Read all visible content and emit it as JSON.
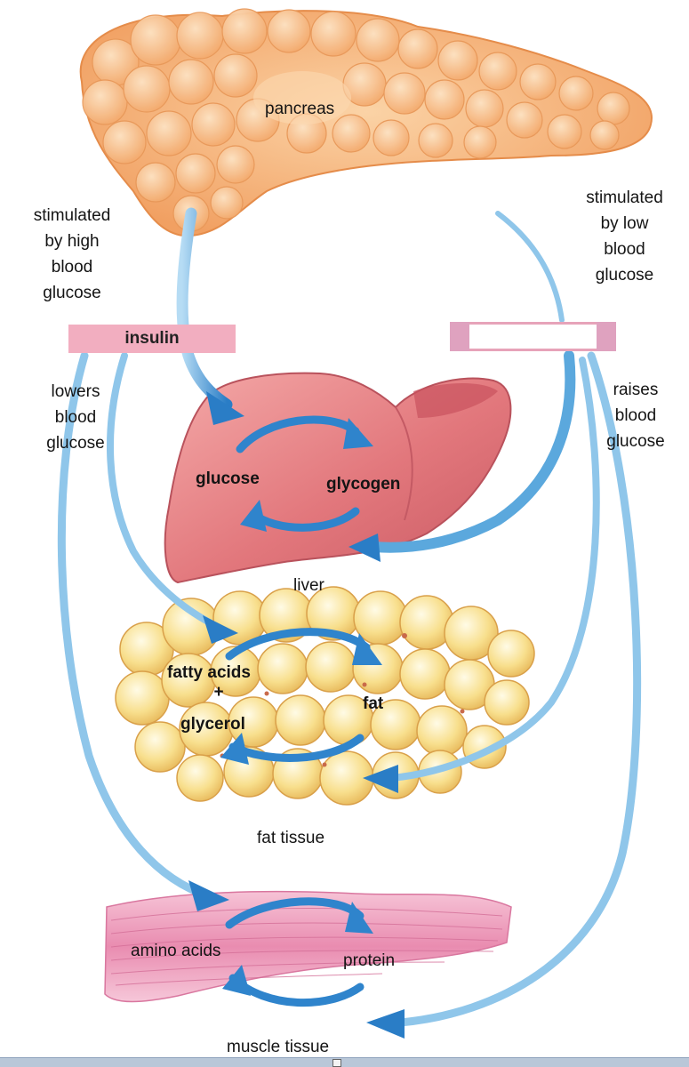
{
  "organs": {
    "pancreas": "pancreas",
    "liver": "liver",
    "fat_tissue": "fat tissue",
    "muscle_tissue": "muscle tissue"
  },
  "left_pathway": {
    "stimulus": [
      "stimulated",
      "by high",
      "blood",
      "glucose"
    ],
    "hormone": "insulin",
    "effect": [
      "lowers",
      "blood",
      "glucose"
    ]
  },
  "right_pathway": {
    "stimulus": [
      "stimulated",
      "by low",
      "blood",
      "glucose"
    ],
    "hormone": "",
    "effect": [
      "raises",
      "blood",
      "glucose"
    ]
  },
  "liver_cycle": {
    "left": "glucose",
    "right": "glycogen"
  },
  "fat_cycle": {
    "left_top": "fatty acids",
    "left_mid": "+",
    "left_bottom": "glycerol",
    "right": "fat"
  },
  "muscle_cycle": {
    "left": "amino acids",
    "right": "protein"
  },
  "colors": {
    "arrow_blue": "#2f84cc",
    "arrow_light": "#8fc6ea",
    "pancreas": "#f6b37a",
    "liver": "#e07a7f",
    "fat": "#f6dc8c",
    "muscle": "#ec9bb8",
    "insulin_box": "#f2aec0"
  }
}
